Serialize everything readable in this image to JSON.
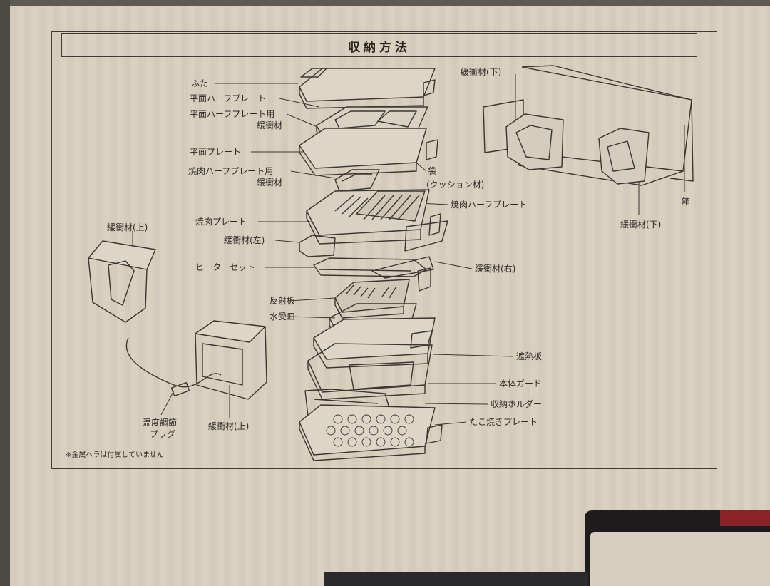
{
  "title": "収納方法",
  "labels": {
    "futa": "ふた",
    "heimen_half": "平面ハーフプレート",
    "heimen_half_cushion_1": "平面ハーフプレート用",
    "heimen_half_cushion_2": "緩衝材",
    "heimen_plate": "平面プレート",
    "yakiniku_half_cushion_1": "焼肉ハーフプレート用",
    "yakiniku_half_cushion_2": "緩衝材",
    "fukuro": "袋",
    "fukuro_sub": "(クッション材)",
    "yakiniku_half": "焼肉ハーフプレート",
    "yakiniku_plate": "焼肉プレート",
    "cushion_left": "緩衝材(左)",
    "heater_set": "ヒーターセット",
    "cushion_right": "緩衝材(右)",
    "hansha": "反射板",
    "mizuuke": "水受皿",
    "shanetsu": "遮熱板",
    "hontai_guard": "本体ガード",
    "shuno_holder": "収納ホルダー",
    "takoyaki": "たこ焼きプレート",
    "cushion_top_1": "緩衝材(上)",
    "cushion_top_2": "緩衝材(上)",
    "plug_1": "温度調節",
    "plug_2": "プラグ",
    "box_cushion_bottom_1": "緩衝材(下)",
    "box_cushion_bottom_2": "緩衝材(下)",
    "hako": "箱",
    "note": "※金属ヘラは付属していません"
  }
}
